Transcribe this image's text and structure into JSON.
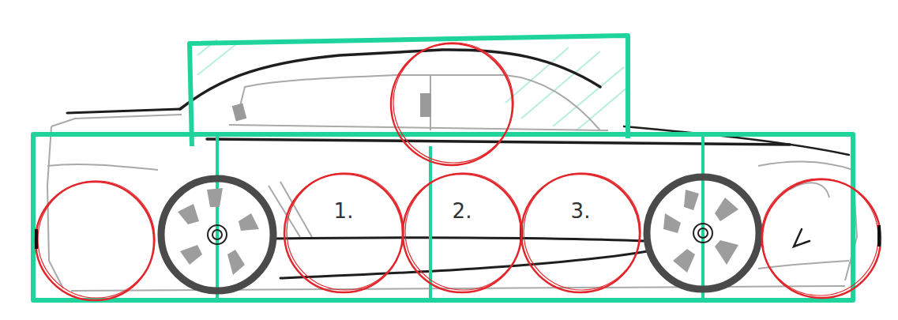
{
  "diagram": {
    "nodes": [
      {
        "text": [
          "1."
        ]
      },
      {
        "text": [
          "2."
        ]
      },
      {
        "text": [
          "3."
        ]
      }
    ]
  }
}
